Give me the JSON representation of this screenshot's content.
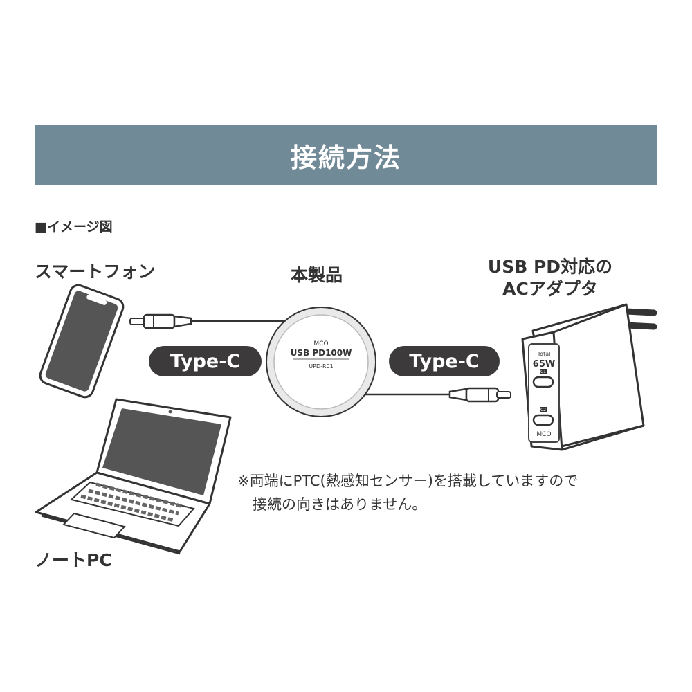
{
  "header": {
    "title": "接続方法"
  },
  "section_label": "■イメージ図",
  "devices": {
    "smartphone": "スマートフォン",
    "product": "本製品",
    "adapter_line1": "USB PD対応の",
    "adapter_line2": "ACアダプタ",
    "laptop": "ノートPC"
  },
  "connectors": {
    "left": "Type-C",
    "right": "Type-C"
  },
  "product_face": {
    "brand": "MCO",
    "model_text": "USB PD100W",
    "part_number": "UPD-R01"
  },
  "adapter_face": {
    "total_label": "Total",
    "power": "65W",
    "port1": "C1",
    "port2": "C2",
    "brand": "MCO"
  },
  "note": {
    "line1": "※両端にPTC(熱感知センサー)を搭載していますので",
    "line2": "接続の向きはありません。"
  }
}
